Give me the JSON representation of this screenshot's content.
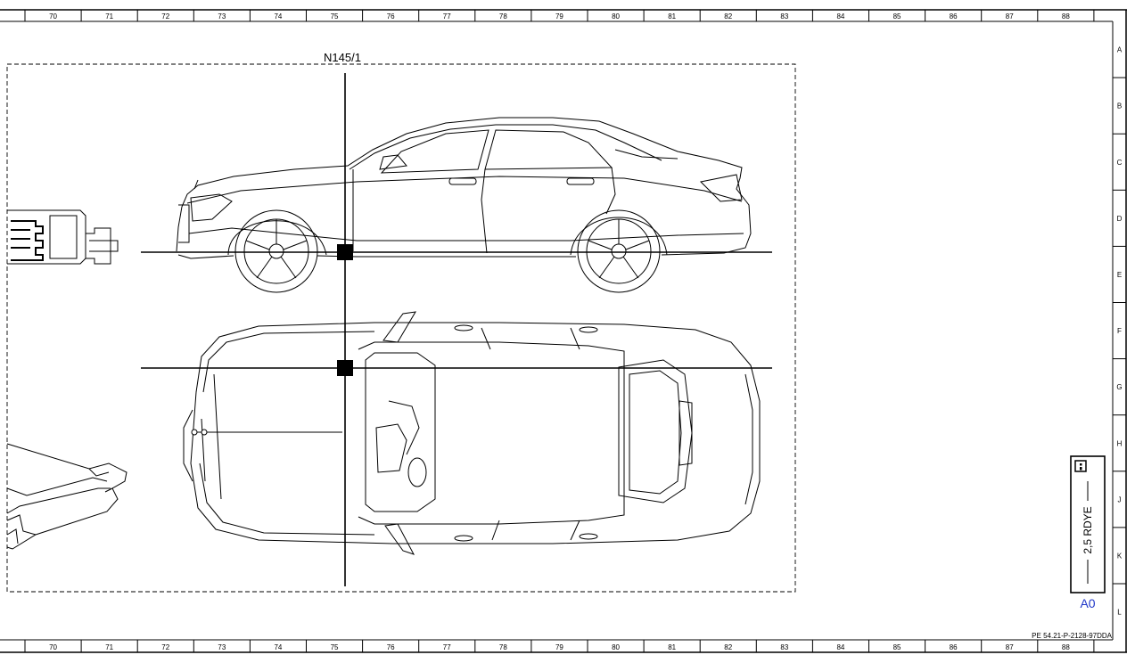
{
  "frame": {
    "columns": [
      "70",
      "71",
      "72",
      "73",
      "74",
      "75",
      "76",
      "77",
      "78",
      "79",
      "80",
      "81",
      "82",
      "83",
      "84",
      "85",
      "86",
      "87",
      "88"
    ],
    "rows": [
      "A",
      "B",
      "C",
      "D",
      "E",
      "F",
      "G",
      "H",
      "J",
      "K",
      "L"
    ]
  },
  "diagram": {
    "component_label": "N145/1",
    "wire_label": "2,5 RDYE",
    "wire_reference": "A0",
    "info_icon": "info-icon",
    "document_id": "PE 54.21-P-2128-97DDA"
  },
  "colors": {
    "line": "#000000",
    "reference_blue": "#1f37c8"
  }
}
